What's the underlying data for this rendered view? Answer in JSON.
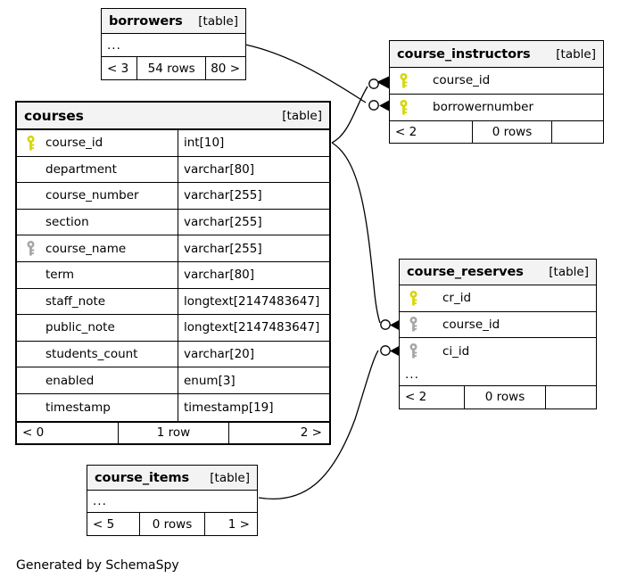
{
  "diagram": {
    "generator_note": "Generated by SchemaSpy",
    "table_tag": "[table]",
    "ellipsis": "...",
    "colors": {
      "primary_key": "#d6d600",
      "index_key": "#a6a6a6",
      "header_bg": "#f3f3f3",
      "border": "#000000",
      "background": "#ffffff"
    }
  },
  "tables": {
    "borrowers": {
      "name": "borrowers",
      "tag": "[table]",
      "ellipsis": "...",
      "footer": {
        "left": "< 3",
        "mid": "54 rows",
        "right": "80 >"
      }
    },
    "courses": {
      "name": "courses",
      "tag": "[table]",
      "columns": [
        {
          "key": "primary",
          "name": "course_id",
          "type": "int[10]"
        },
        {
          "key": "none",
          "name": "department",
          "type": "varchar[80]"
        },
        {
          "key": "none",
          "name": "course_number",
          "type": "varchar[255]"
        },
        {
          "key": "none",
          "name": "section",
          "type": "varchar[255]"
        },
        {
          "key": "index",
          "name": "course_name",
          "type": "varchar[255]"
        },
        {
          "key": "none",
          "name": "term",
          "type": "varchar[80]"
        },
        {
          "key": "none",
          "name": "staff_note",
          "type": "longtext[2147483647]"
        },
        {
          "key": "none",
          "name": "public_note",
          "type": "longtext[2147483647]"
        },
        {
          "key": "none",
          "name": "students_count",
          "type": "varchar[20]"
        },
        {
          "key": "none",
          "name": "enabled",
          "type": "enum[3]"
        },
        {
          "key": "none",
          "name": "timestamp",
          "type": "timestamp[19]"
        }
      ],
      "footer": {
        "left": "< 0",
        "mid": "1 row",
        "right": "2 >"
      }
    },
    "course_instructors": {
      "name": "course_instructors",
      "tag": "[table]",
      "columns": [
        {
          "key": "primary",
          "name": "course_id"
        },
        {
          "key": "primary",
          "name": "borrowernumber"
        }
      ],
      "footer": {
        "left": "< 2",
        "mid": "0 rows",
        "right": ""
      }
    },
    "course_reserves": {
      "name": "course_reserves",
      "tag": "[table]",
      "columns": [
        {
          "key": "primary",
          "name": "cr_id"
        },
        {
          "key": "index",
          "name": "course_id"
        },
        {
          "key": "index",
          "name": "ci_id"
        }
      ],
      "ellipsis": "...",
      "footer": {
        "left": "< 2",
        "mid": "0 rows",
        "right": ""
      }
    },
    "course_items": {
      "name": "course_items",
      "tag": "[table]",
      "ellipsis": "...",
      "footer": {
        "left": "< 5",
        "mid": "0 rows",
        "right": "1 >"
      }
    }
  },
  "relationships": [
    {
      "from": "borrowers",
      "to": "course_instructors.borrowernumber"
    },
    {
      "from": "courses.course_id",
      "to": "course_instructors.course_id"
    },
    {
      "from": "courses.course_id",
      "to": "course_reserves.course_id"
    },
    {
      "from": "courses.course_id",
      "to": "course_reserves.ci_id"
    },
    {
      "from": "course_items",
      "to": "course_reserves.ci_id"
    }
  ]
}
